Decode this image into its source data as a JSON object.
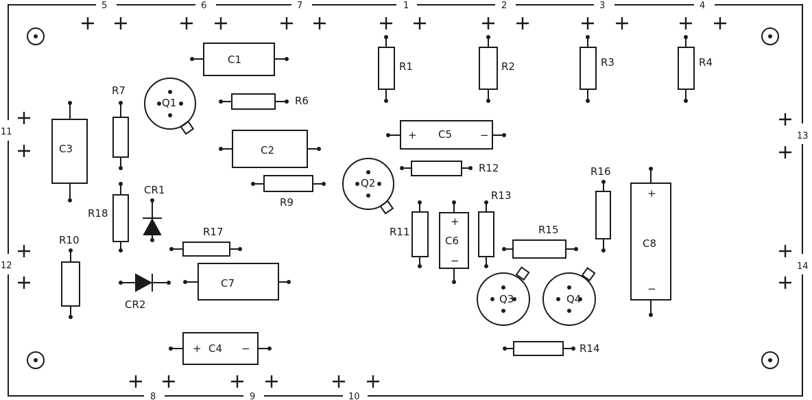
{
  "edge_numbers": {
    "n1": "1",
    "n2": "2",
    "n3": "3",
    "n4": "4",
    "n5": "5",
    "n6": "6",
    "n7": "7",
    "n8": "8",
    "n9": "9",
    "n10": "10",
    "n11": "11",
    "n12": "12",
    "n13": "13",
    "n14": "14"
  },
  "labels": {
    "R1": "R1",
    "R2": "R2",
    "R3": "R3",
    "R4": "R4",
    "R6": "R6",
    "R7": "R7",
    "R9": "R9",
    "R10": "R10",
    "R11": "R11",
    "R12": "R12",
    "R13": "R13",
    "R14": "R14",
    "R15": "R15",
    "R16": "R16",
    "R17": "R17",
    "R18": "R18",
    "C1": "C1",
    "C2": "C2",
    "C3": "C3",
    "C4": "C4",
    "C5": "C5",
    "C6": "C6",
    "C7": "C7",
    "C8": "C8",
    "Q1": "Q1",
    "Q2": "Q2",
    "Q3": "Q3",
    "Q4": "Q4",
    "CR1": "CR1",
    "CR2": "CR2"
  },
  "polarity": {
    "plus": "+",
    "minus": "−"
  }
}
